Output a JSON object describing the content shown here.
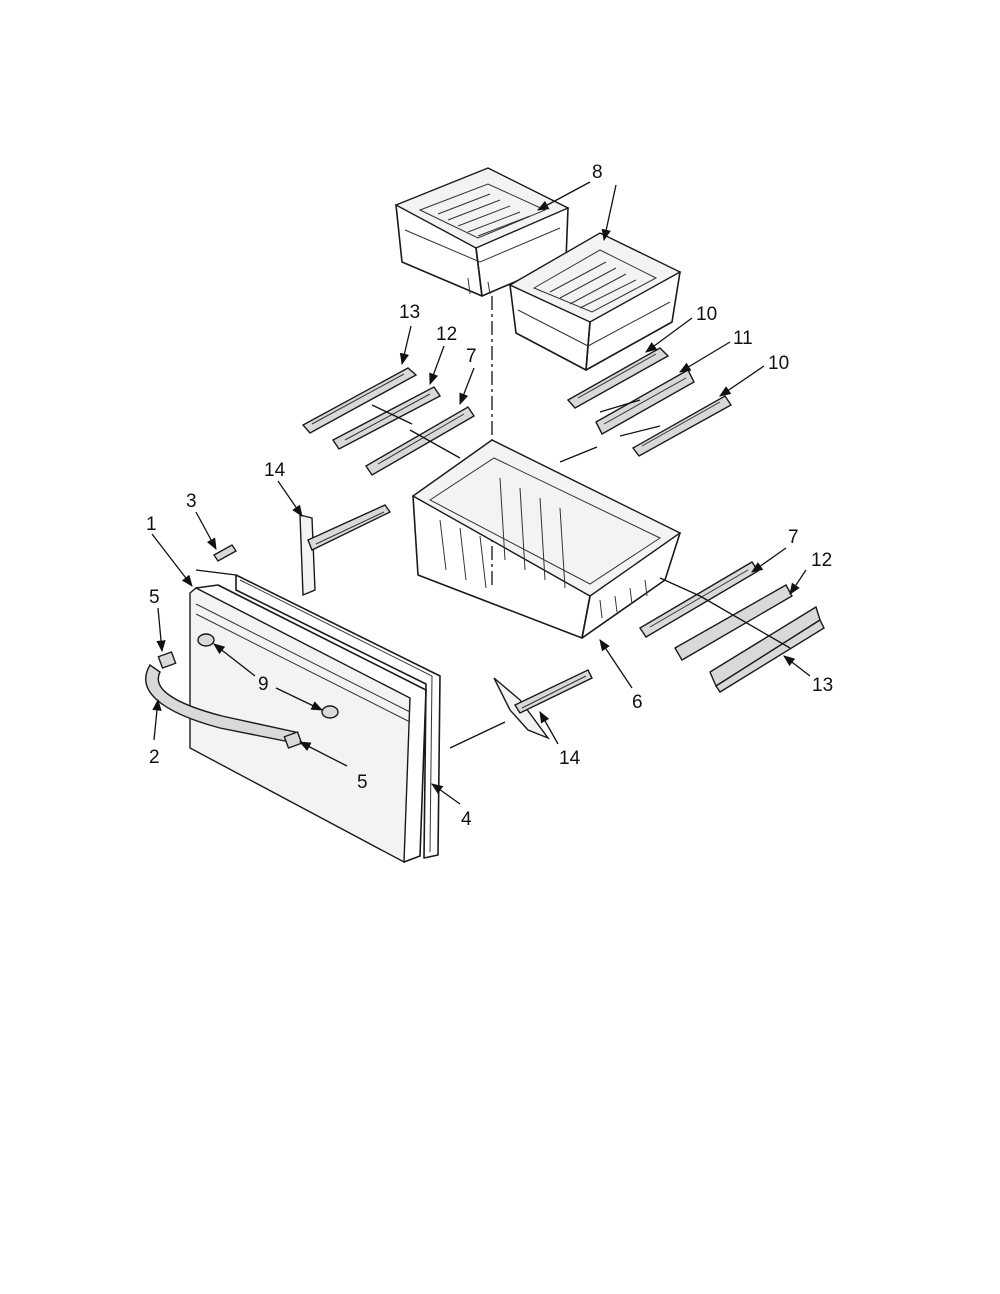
{
  "callouts": {
    "c1": "1",
    "c2": "2",
    "c3": "3",
    "c4": "4",
    "c5a": "5",
    "c5b": "5",
    "c6": "6",
    "c7a": "7",
    "c7b": "7",
    "c8": "8",
    "c9": "9",
    "c10a": "10",
    "c10b": "10",
    "c11": "11",
    "c12a": "12",
    "c12b": "12",
    "c13a": "13",
    "c13b": "13",
    "c14a": "14",
    "c14b": "14"
  }
}
